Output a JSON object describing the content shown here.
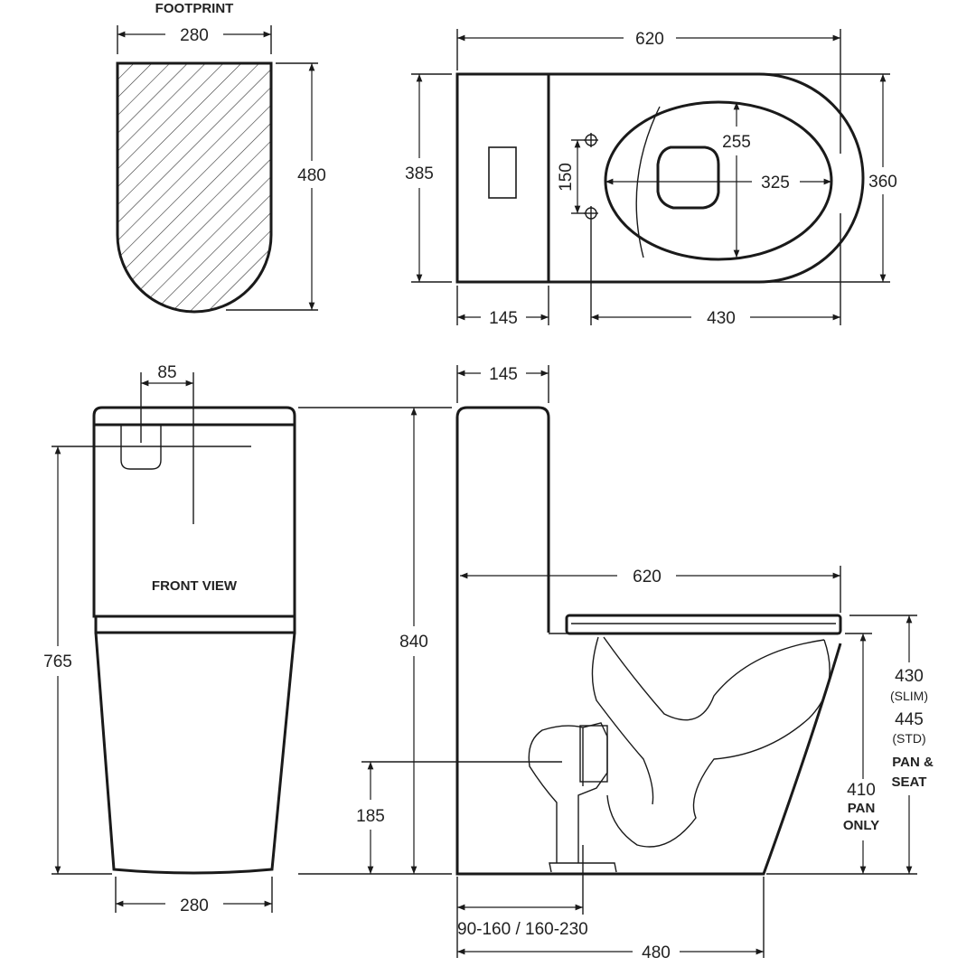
{
  "labels": {
    "footprint": "FOOTPRINT",
    "front_view": "FRONT VIEW",
    "pan_seat_1": "PAN &",
    "pan_seat_2": "SEAT",
    "pan_only_1": "PAN",
    "pan_only_2": "ONLY"
  },
  "dimensions": {
    "footprint_width": "280",
    "footprint_depth": "480",
    "top_length": "620",
    "top_width_cistern": "385",
    "top_width_bowl": "360",
    "bowl_length": "255",
    "bowl_width": "325",
    "fixing_spacing": "150",
    "cistern_depth": "145",
    "bowl_depth": "430",
    "button_offset": "85",
    "front_height": "765",
    "front_width": "280",
    "side_cistern": "145",
    "side_length": "620",
    "total_height": "840",
    "seat_height_slim": "430",
    "slim": "(SLIM)",
    "seat_height_std": "445",
    "std": "(STD)",
    "pan_height": "410",
    "outlet_height": "185",
    "setout_range": "90-160  /  160-230",
    "side_depth": "480"
  }
}
